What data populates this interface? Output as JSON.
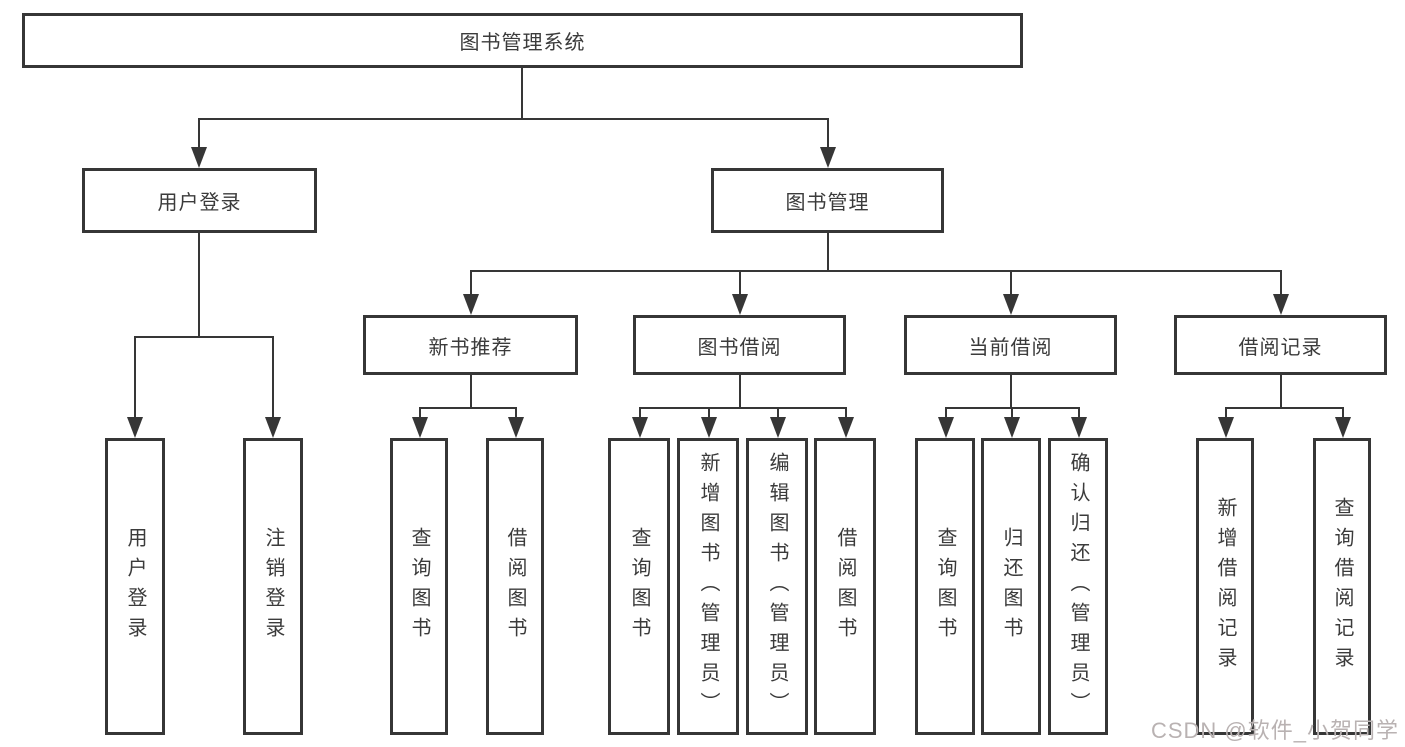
{
  "tree": {
    "root": "图书管理系统",
    "level2": [
      {
        "label": "用户登录",
        "leaves": [
          "用户登录",
          "注销登录"
        ]
      },
      {
        "label": "图书管理",
        "sections": [
          {
            "label": "新书推荐",
            "leaves": [
              "查询图书",
              "借阅图书"
            ]
          },
          {
            "label": "图书借阅",
            "leaves": [
              "查询图书",
              "新增图书（管理员）",
              "编辑图书（管理员）",
              "借阅图书"
            ]
          },
          {
            "label": "当前借阅",
            "leaves": [
              "查询图书",
              "归还图书",
              "确认归还（管理员）"
            ]
          },
          {
            "label": "借阅记录",
            "leaves": [
              "新增借阅记录",
              "查询借阅记录"
            ]
          }
        ]
      }
    ]
  },
  "watermark": "CSDN @软件_小贺同学",
  "colors": {
    "line": "#363636",
    "text": "#3b3b3b",
    "watermark": "#b9b2b2",
    "background": "#ffffff"
  }
}
